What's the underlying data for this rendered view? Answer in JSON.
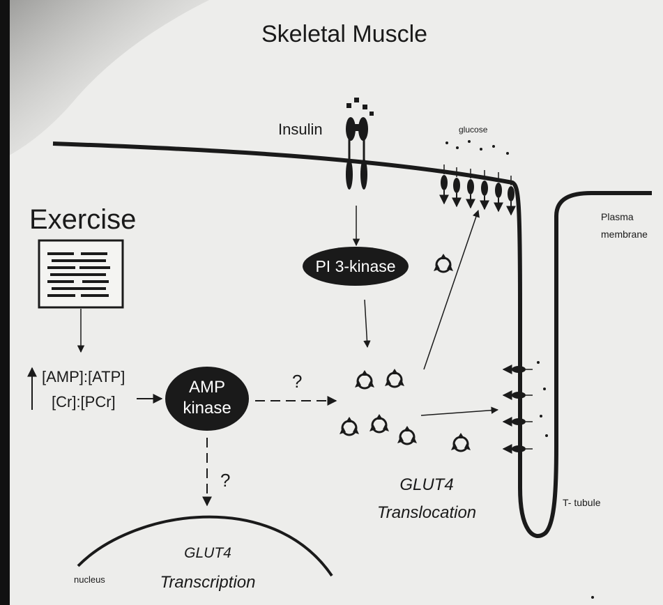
{
  "title": "Skeletal Muscle",
  "labels": {
    "insulin": "Insulin",
    "glucose": "glucose",
    "exercise": "Exercise",
    "pi3k": "PI 3-kinase",
    "ratio1": "[AMP]:[ATP]",
    "ratio2": "[Cr]:[PCr]",
    "ampk_line1": "AMP",
    "ampk_line2": "kinase",
    "question": "?",
    "plasma_line1": "Plasma",
    "plasma_line2": "membrane",
    "glut4_trans_line1": "GLUT4",
    "glut4_trans_line2": "Translocation",
    "t_tubule": "T- tubule",
    "glut4_tx_line1": "GLUT4",
    "glut4_tx_line2": "Transcription",
    "nucleus": "nucleus"
  }
}
